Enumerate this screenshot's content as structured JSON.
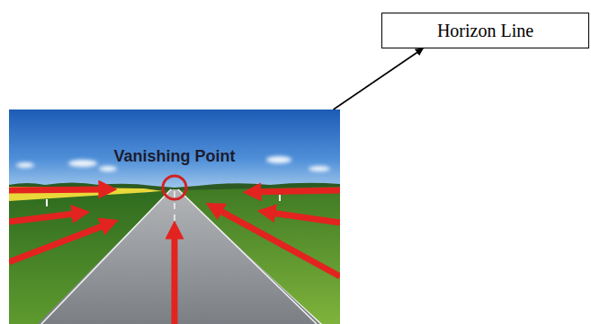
{
  "diagram": {
    "nodes": [
      {
        "text": [
          "Horizon Line"
        ]
      },
      {
        "text": [
          "Vanishing Point"
        ]
      }
    ],
    "edges": [
      {
        "from": 1,
        "to": 0,
        "arrow": "to"
      }
    ]
  }
}
